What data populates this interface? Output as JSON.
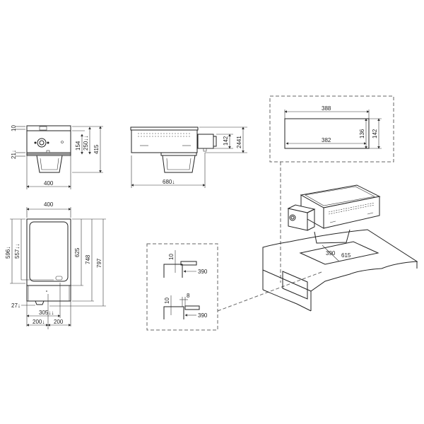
{
  "front_view": {
    "dims": {
      "d10": "10",
      "d21": "21↓",
      "d154": "154",
      "d250": "250↓↓",
      "d415": "415",
      "d400": "400"
    }
  },
  "side_view": {
    "dims": {
      "d142": "142",
      "d2441": "2441",
      "d6801": "680↓"
    }
  },
  "top_view": {
    "dims": {
      "d400": "400",
      "d596": "596↓",
      "d557": "557↓↓",
      "d625": "625",
      "d748": "748",
      "d797": "797",
      "d27": "27↓",
      "d305": "305↓↓",
      "d200a": "200↓",
      "d200b": "200"
    }
  },
  "cutout_detail": {
    "dims": {
      "d388": "388",
      "d382": "382",
      "d136": "136",
      "d142": "142"
    }
  },
  "mount_detail": {
    "dims": {
      "d10a": "10",
      "d390a": "390",
      "d10b": "10",
      "d8": "8",
      "d390b": "390"
    }
  },
  "iso_view": {
    "dims": {
      "d390": "390",
      "d615": "615"
    }
  }
}
